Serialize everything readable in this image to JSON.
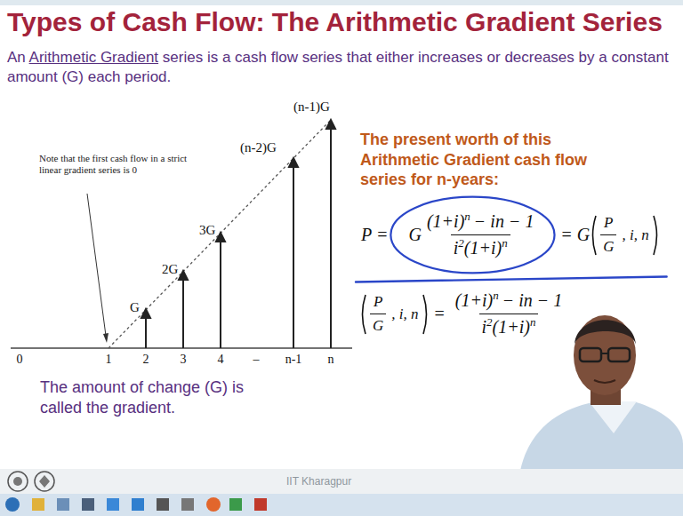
{
  "diagram": {
    "title": "Types of Cash Flow: The Arithmetic Gradient Series",
    "labels": [
      "An",
      "Arithmetic Gradient",
      "series is a cash flow series that either increases or decreases by a constant amount (G) each period.",
      "Note that the first cash flow in a strict linear gradient series is 0",
      "G",
      "2G",
      "3G",
      "(n-2)G",
      "(n-1)G",
      "0",
      "1",
      "2",
      "3",
      "4",
      "–",
      "n-1",
      "n",
      "The amount of change (G) is called the gradient.",
      "The present worth of this Arithmetic Gradient cash flow series for n-years:",
      "P",
      "=",
      "G",
      "(1+i)",
      "n",
      "− in − 1",
      "i",
      "2",
      "(1+i)",
      "n",
      "=",
      "G",
      "P",
      "G",
      ", i, n",
      "P",
      "G",
      ", i, n",
      "=",
      "(1+i)",
      "n",
      "− in − 1",
      "i",
      "2",
      "(1+i)",
      "n",
      "IIT Kharagpur"
    ]
  }
}
